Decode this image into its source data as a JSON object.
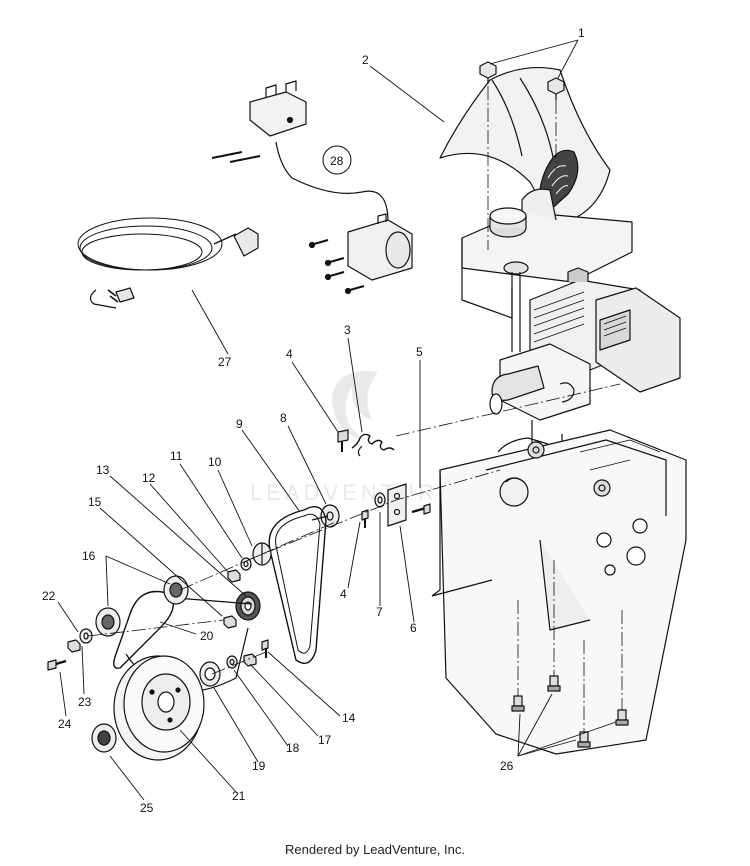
{
  "diagram": {
    "callouts": [
      {
        "id": "1",
        "label": "1"
      },
      {
        "id": "2",
        "label": "2"
      },
      {
        "id": "3",
        "label": "3"
      },
      {
        "id": "4a",
        "label": "4"
      },
      {
        "id": "4b",
        "label": "4"
      },
      {
        "id": "5",
        "label": "5"
      },
      {
        "id": "6",
        "label": "6"
      },
      {
        "id": "7",
        "label": "7"
      },
      {
        "id": "8",
        "label": "8"
      },
      {
        "id": "9",
        "label": "9"
      },
      {
        "id": "10",
        "label": "10"
      },
      {
        "id": "11",
        "label": "11"
      },
      {
        "id": "12",
        "label": "12"
      },
      {
        "id": "13",
        "label": "13"
      },
      {
        "id": "14",
        "label": "14"
      },
      {
        "id": "15",
        "label": "15"
      },
      {
        "id": "16",
        "label": "16"
      },
      {
        "id": "17",
        "label": "17"
      },
      {
        "id": "18",
        "label": "18"
      },
      {
        "id": "19",
        "label": "19"
      },
      {
        "id": "20",
        "label": "20"
      },
      {
        "id": "21",
        "label": "21"
      },
      {
        "id": "22",
        "label": "22"
      },
      {
        "id": "23",
        "label": "23"
      },
      {
        "id": "24",
        "label": "24"
      },
      {
        "id": "25",
        "label": "25"
      },
      {
        "id": "26",
        "label": "26"
      },
      {
        "id": "27",
        "label": "27"
      },
      {
        "id": "28",
        "label": "28"
      }
    ],
    "watermark": "LEADVENTURE",
    "credit": "Rendered by LeadVenture, Inc."
  },
  "colors": {
    "line": "#111111",
    "shade": "#9a9a9a",
    "light": "#d6d6d6",
    "watermark": "#d8d8d8"
  }
}
